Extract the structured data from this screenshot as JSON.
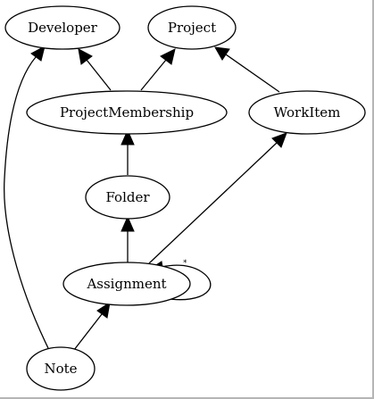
{
  "diagram": {
    "nodes": {
      "developer": "Developer",
      "project": "Project",
      "project_membership": "ProjectMembership",
      "work_item": "WorkItem",
      "folder": "Folder",
      "assignment": "Assignment",
      "note": "Note"
    },
    "edges": [
      {
        "from": "project_membership",
        "to": "developer"
      },
      {
        "from": "project_membership",
        "to": "project"
      },
      {
        "from": "work_item",
        "to": "project"
      },
      {
        "from": "folder",
        "to": "project_membership"
      },
      {
        "from": "assignment",
        "to": "folder"
      },
      {
        "from": "assignment",
        "to": "work_item"
      },
      {
        "from": "assignment",
        "to": "assignment",
        "label": "*"
      },
      {
        "from": "note",
        "to": "assignment"
      },
      {
        "from": "note",
        "to": "developer"
      }
    ],
    "self_loop_label": "*"
  }
}
